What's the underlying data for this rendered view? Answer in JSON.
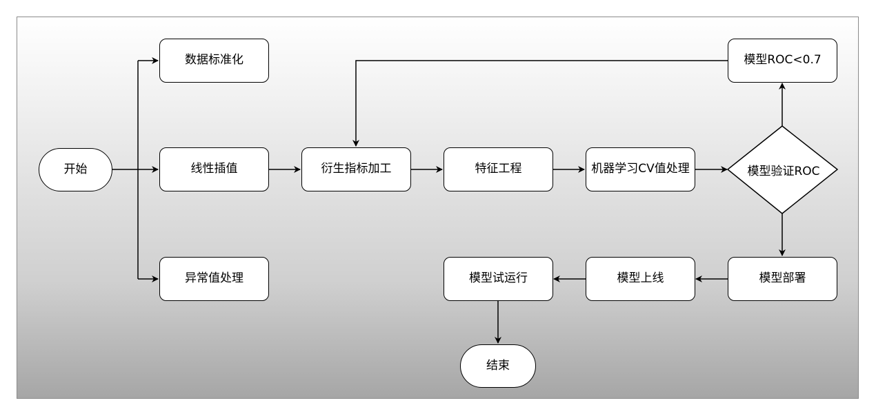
{
  "nodes": {
    "start": "开始",
    "standardize": "数据标准化",
    "interpolate": "线性插值",
    "outlier": "异常值处理",
    "derived": "衍生指标加工",
    "feature": "特征工程",
    "ml_cv": "机器学习CV值处理",
    "validate": "模型验证ROC",
    "roc_low": "模型ROC<0.7",
    "deploy": "模型部署",
    "online": "模型上线",
    "trial": "模型试运行",
    "end": "结束"
  }
}
